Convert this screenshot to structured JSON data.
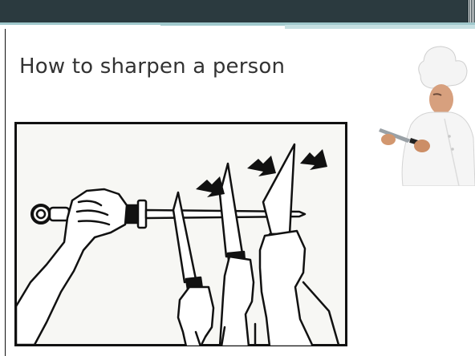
{
  "slide": {
    "title": "How to sharpen a person"
  },
  "theme": {
    "top_band_color": "#2b3a3f",
    "accent_color": "#9fc8cc",
    "accent_light": "#c6e0e2",
    "title_color": "#333333",
    "frame_color": "#111111"
  },
  "images": {
    "illustration": {
      "subject": "hands-holding-knives-against-sharpening-steel",
      "icon": "knife-sharpening-illustration"
    },
    "photo": {
      "subject": "chef-in-white-uniform-inspecting-knife",
      "icon": "chef-photo"
    }
  }
}
